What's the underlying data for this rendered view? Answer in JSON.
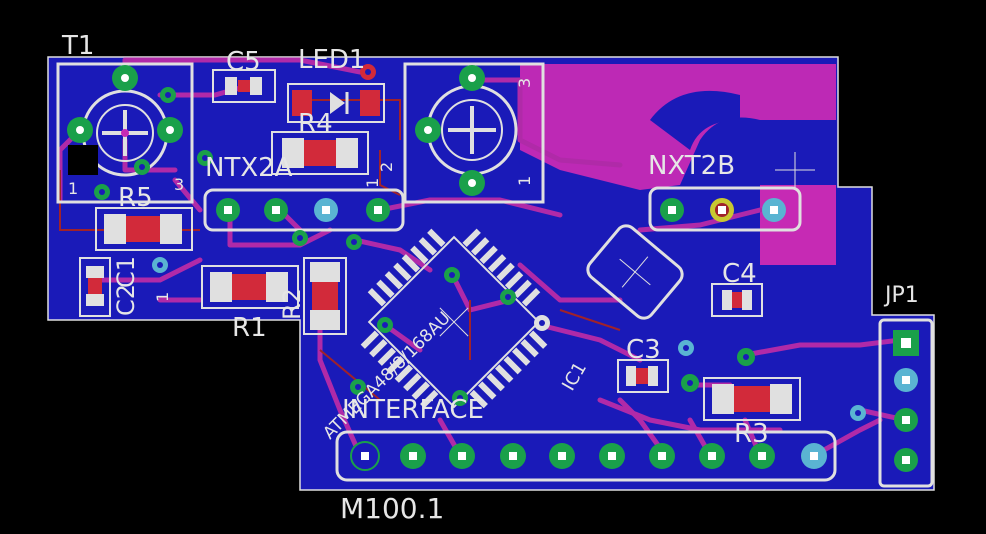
{
  "colors": {
    "background": "#000000",
    "board": "#1a1ab8",
    "copper_top": "#b02aa8",
    "copper_pour": "#c62ab4",
    "silkscreen": "#e0e0e0",
    "smd_pad": "#d22a3a",
    "pad_ring": "#1aa04a",
    "via": "#5ab4d2"
  },
  "labels": {
    "t1": "T1",
    "c5": "C5",
    "led1": "LED1",
    "r4": "R4",
    "ntx2a": "NTX2A",
    "nxt2b": "NXT2B",
    "r5": "R5",
    "c1": "C1",
    "c2": "C2",
    "r1": "R1",
    "r2": "R2",
    "c4": "C4",
    "c3": "C3",
    "jp1": "JP1",
    "ic1": "IC1",
    "ic1_part": "ATMEGA48/8/168AU",
    "interface": "INTERFACE",
    "r3": "R3",
    "m100": "M100.1",
    "t1_pin1": "1",
    "t1_pin3": "3",
    "ntx_pin1": "1",
    "ntx_pin2": "2",
    "t2_pin1": "1",
    "t2_pin3": "3",
    "c2_pin1": "1"
  }
}
